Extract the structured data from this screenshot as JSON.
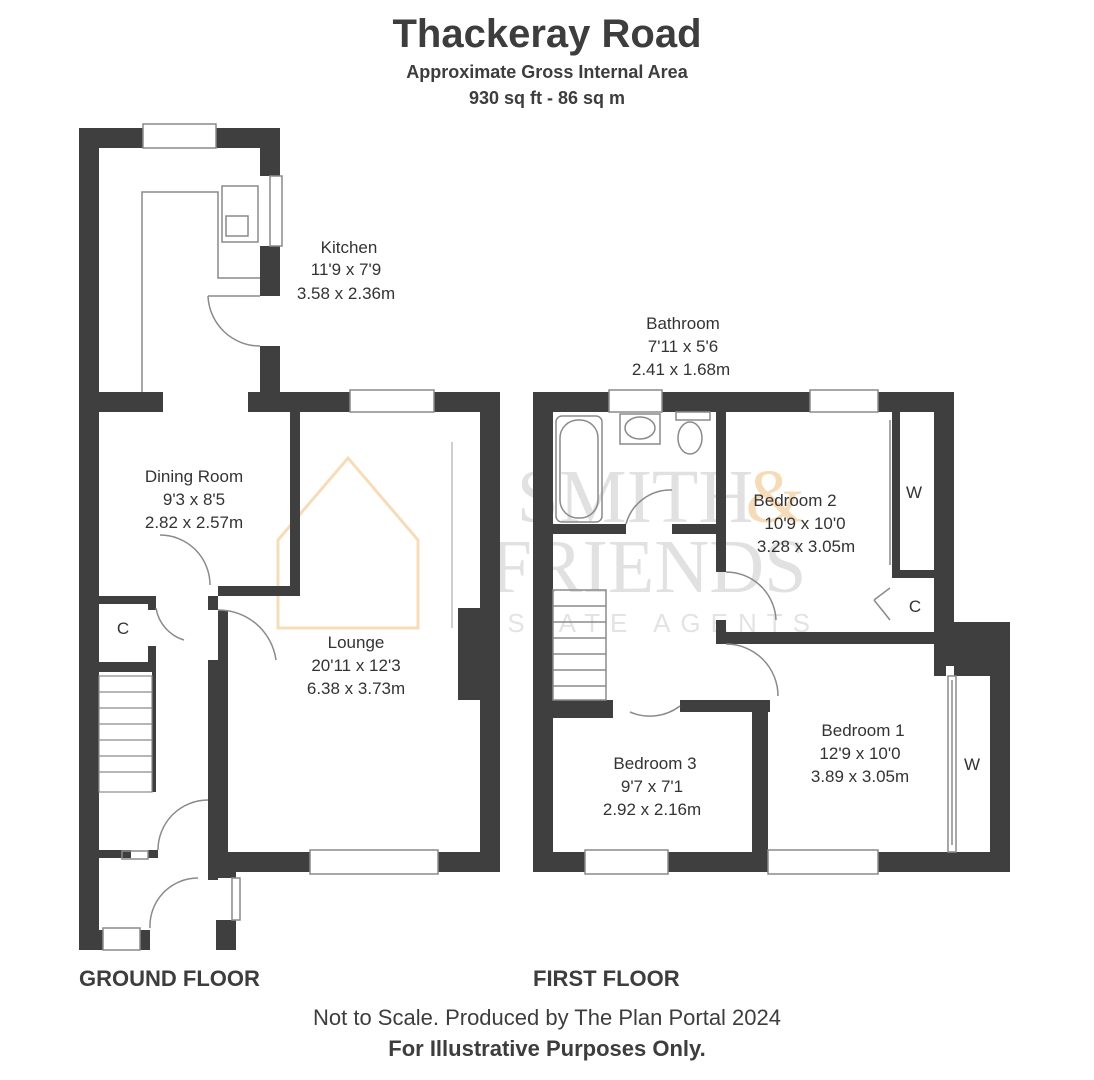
{
  "header": {
    "title": "Thackeray Road",
    "subtitle": "Approximate Gross Internal Area",
    "area": "930 sq ft - 86 sq m"
  },
  "floors": {
    "ground": "GROUND FLOOR",
    "first": "FIRST FLOOR"
  },
  "rooms": {
    "kitchen": {
      "name": "Kitchen",
      "imperial": "11'9 x 7'9",
      "metric": "3.58 x 2.36m"
    },
    "dining": {
      "name": "Dining Room",
      "imperial": "9'3 x 8'5",
      "metric": "2.82 x 2.57m"
    },
    "lounge": {
      "name": "Lounge",
      "imperial": "20'11 x 12'3",
      "metric": "6.38 x 3.73m"
    },
    "bathroom": {
      "name": "Bathroom",
      "imperial": "7'11 x 5'6",
      "metric": "2.41 x 1.68m"
    },
    "bedroom2": {
      "name": "Bedroom 2",
      "imperial": "10'9 x 10'0",
      "metric": "3.28 x 3.05m"
    },
    "bedroom1": {
      "name": "Bedroom 1",
      "imperial": "12'9 x 10'0",
      "metric": "3.89 x 3.05m"
    },
    "bedroom3": {
      "name": "Bedroom 3",
      "imperial": "9'7 x 7'1",
      "metric": "2.92 x 2.16m"
    }
  },
  "markers": {
    "cupboard_ground": "C",
    "cupboard_first": "C",
    "wardrobe_b2": "W",
    "wardrobe_b1": "W"
  },
  "watermark": {
    "line1": "SMITH",
    "ampersand": "&",
    "line2": "FRIENDS",
    "line3": "ESTATE AGENTS"
  },
  "footer": {
    "line1": "Not to Scale. Produced by The Plan Portal 2024",
    "line2": "For Illustrative Purposes Only."
  },
  "colors": {
    "wall": "#3f3f3f",
    "text": "#333333",
    "watermark_orange": "#f0c48a",
    "watermark_grey": "#bdbdbd"
  }
}
